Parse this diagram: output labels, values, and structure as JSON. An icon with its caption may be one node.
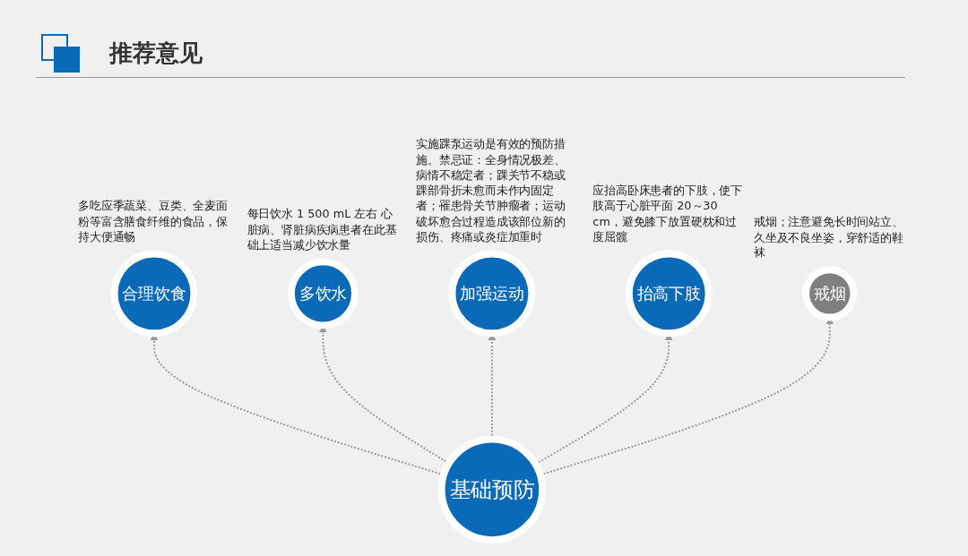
{
  "diagram": {
    "title": "推荐意见",
    "nodes": [
      {
        "text": [
          "基础预防"
        ]
      },
      {
        "text": [
          "合理饮食"
        ],
        "beside": [
          "多吃应季蔬菜、豆类、全麦面粉等富含膳食纤维的食品，保持大便通畅"
        ]
      },
      {
        "text": [
          "多饮水"
        ],
        "beside": [
          "每日饮水 1 500 mL 左右 心脏病、肾脏病疾病患者在此基础上适当减少饮水量"
        ]
      },
      {
        "text": [
          "加强运动"
        ],
        "beside": [
          "实施踝泵运动是有效的预防措施。禁忌证：全身情况极差、病情不稳定者；踝关节不稳或踝部骨折未愈而未作内固定者；罹患骨关节肿瘤者；运动破坏愈合过程造成该部位新的损伤、疼痛或炎症加重时"
        ]
      },
      {
        "text": [
          "抬高下肢"
        ],
        "beside": [
          "应抬高卧床患者的下肢，使下肢高于心脏平面 20～30 cm，避免膝下放置硬枕和过度屈髋"
        ]
      },
      {
        "text": [
          "戒烟"
        ],
        "beside": [
          "戒烟；注意避免长时间站立、久坐及不良坐姿，穿舒适的鞋袜"
        ]
      }
    ],
    "edges": [
      {
        "from": 0,
        "to": 1,
        "arrow": "to",
        "style": "dashed"
      },
      {
        "from": 0,
        "to": 2,
        "arrow": "to",
        "style": "dashed"
      },
      {
        "from": 0,
        "to": 3,
        "arrow": "to",
        "style": "dashed"
      },
      {
        "from": 0,
        "to": 4,
        "arrow": "to",
        "style": "dashed"
      },
      {
        "from": 0,
        "to": 5,
        "arrow": "to",
        "style": "dashed"
      }
    ]
  }
}
